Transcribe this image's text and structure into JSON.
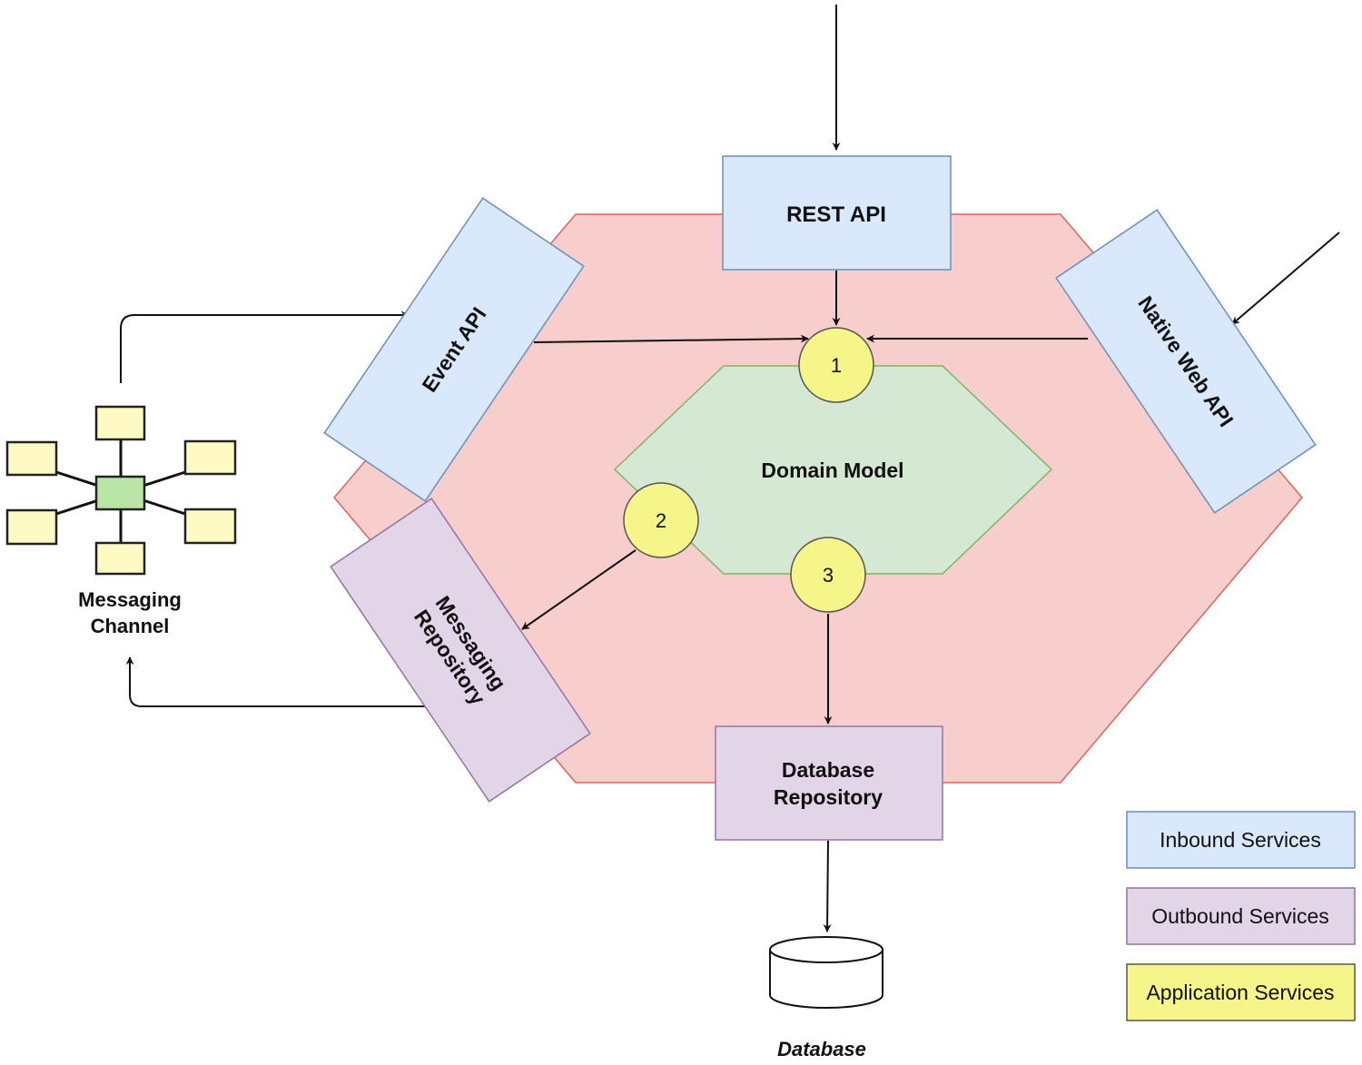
{
  "colors": {
    "outer_fill": "#f8cecc",
    "outer_stroke": "#d9655f",
    "domain_fill": "#d5e8d4",
    "domain_stroke": "#82b366",
    "inbound_fill": "#dae8fc",
    "inbound_stroke": "#6c8ebf",
    "outbound_fill": "#e1d5e7",
    "outbound_stroke": "#9673a6",
    "app_fill": "#f5f58a",
    "app_stroke": "#555555",
    "node_fill": "#fff9c4",
    "hub_fill": "#b9e6a6",
    "arrow": "#111111"
  },
  "boxes": {
    "rest_api": "REST API",
    "event_api": "Event API",
    "native_web_api": "Native Web API",
    "messaging_repository": [
      "Messaging",
      "Repository"
    ],
    "database_repository": [
      "Database",
      "Repository"
    ]
  },
  "domain": {
    "label": "Domain Model"
  },
  "app_services": [
    "1",
    "2",
    "3"
  ],
  "messaging_channel": {
    "label": [
      "Messaging",
      "Channel"
    ],
    "icon": "network-hub-icon"
  },
  "database": {
    "label": "Database",
    "icon": "database-cylinder-icon"
  },
  "legend": {
    "inbound": "Inbound Services",
    "outbound": "Outbound Services",
    "application": "Application Services"
  }
}
